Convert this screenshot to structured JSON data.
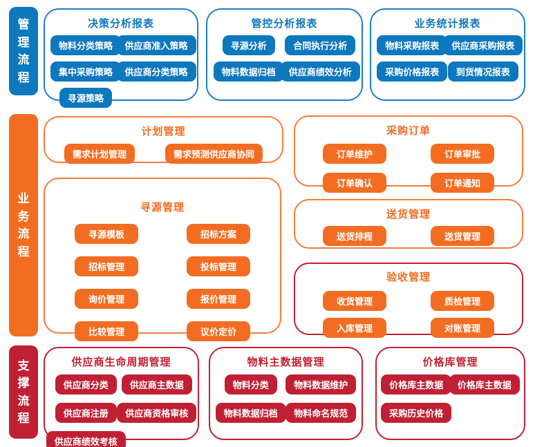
{
  "colors": {
    "blue": "#0d78be",
    "orange": "#f26d22",
    "crimson": "#c02033"
  },
  "lanes": [
    {
      "label": "管理流程",
      "color": "blue",
      "groups": [
        {
          "title": "决策分析报表",
          "items": [
            "物料分类策略",
            "供应商准入策略",
            "集中采购策略",
            "供应商分类策略",
            "寻源策略"
          ]
        },
        {
          "title": "管控分析报表",
          "items": [
            "寻源分析",
            "合同执行分析",
            "物料数据归档",
            "供应商绩效分析"
          ]
        },
        {
          "title": "业务统计报表",
          "items": [
            "物料采购报表",
            "供应商采购报表",
            "采购价格报表",
            "到货情况报表"
          ]
        }
      ]
    },
    {
      "label": "业务流程",
      "color": "orange",
      "groups": [
        {
          "title": "计划管理",
          "items": [
            "需求计划管理",
            "需求预测供应商协同"
          ]
        },
        {
          "title": "寻源管理",
          "items": [
            "寻源模板",
            "招标方案",
            "招标管理",
            "投标管理",
            "询价管理",
            "报价管理",
            "比较管理",
            "议价定价"
          ]
        },
        {
          "title": "采购订单",
          "items": [
            "订单维护",
            "订单审批",
            "订单确认",
            "订单通知"
          ]
        },
        {
          "title": "送货管理",
          "items": [
            "送货排程",
            "送货管理"
          ]
        },
        {
          "title": "验收管理",
          "border_color": "crimson",
          "items": [
            "收货管理",
            "质检管理",
            "入库管理",
            "对账管理"
          ]
        }
      ]
    },
    {
      "label": "支撑流程",
      "color": "crimson",
      "groups": [
        {
          "title": "供应商生命周期管理",
          "items": [
            "供应商分类",
            "供应商主数据",
            "供应商注册",
            "供应商资格审核",
            "供应商绩效考核"
          ]
        },
        {
          "title": "物料主数据管理",
          "items": [
            "物料分类",
            "物料数据维护",
            "物料数据归档",
            "物料命名规范"
          ]
        },
        {
          "title": "价格库管理",
          "items": [
            "价格库主数据",
            "价格库主数据",
            "采购历史价格"
          ]
        }
      ]
    }
  ]
}
